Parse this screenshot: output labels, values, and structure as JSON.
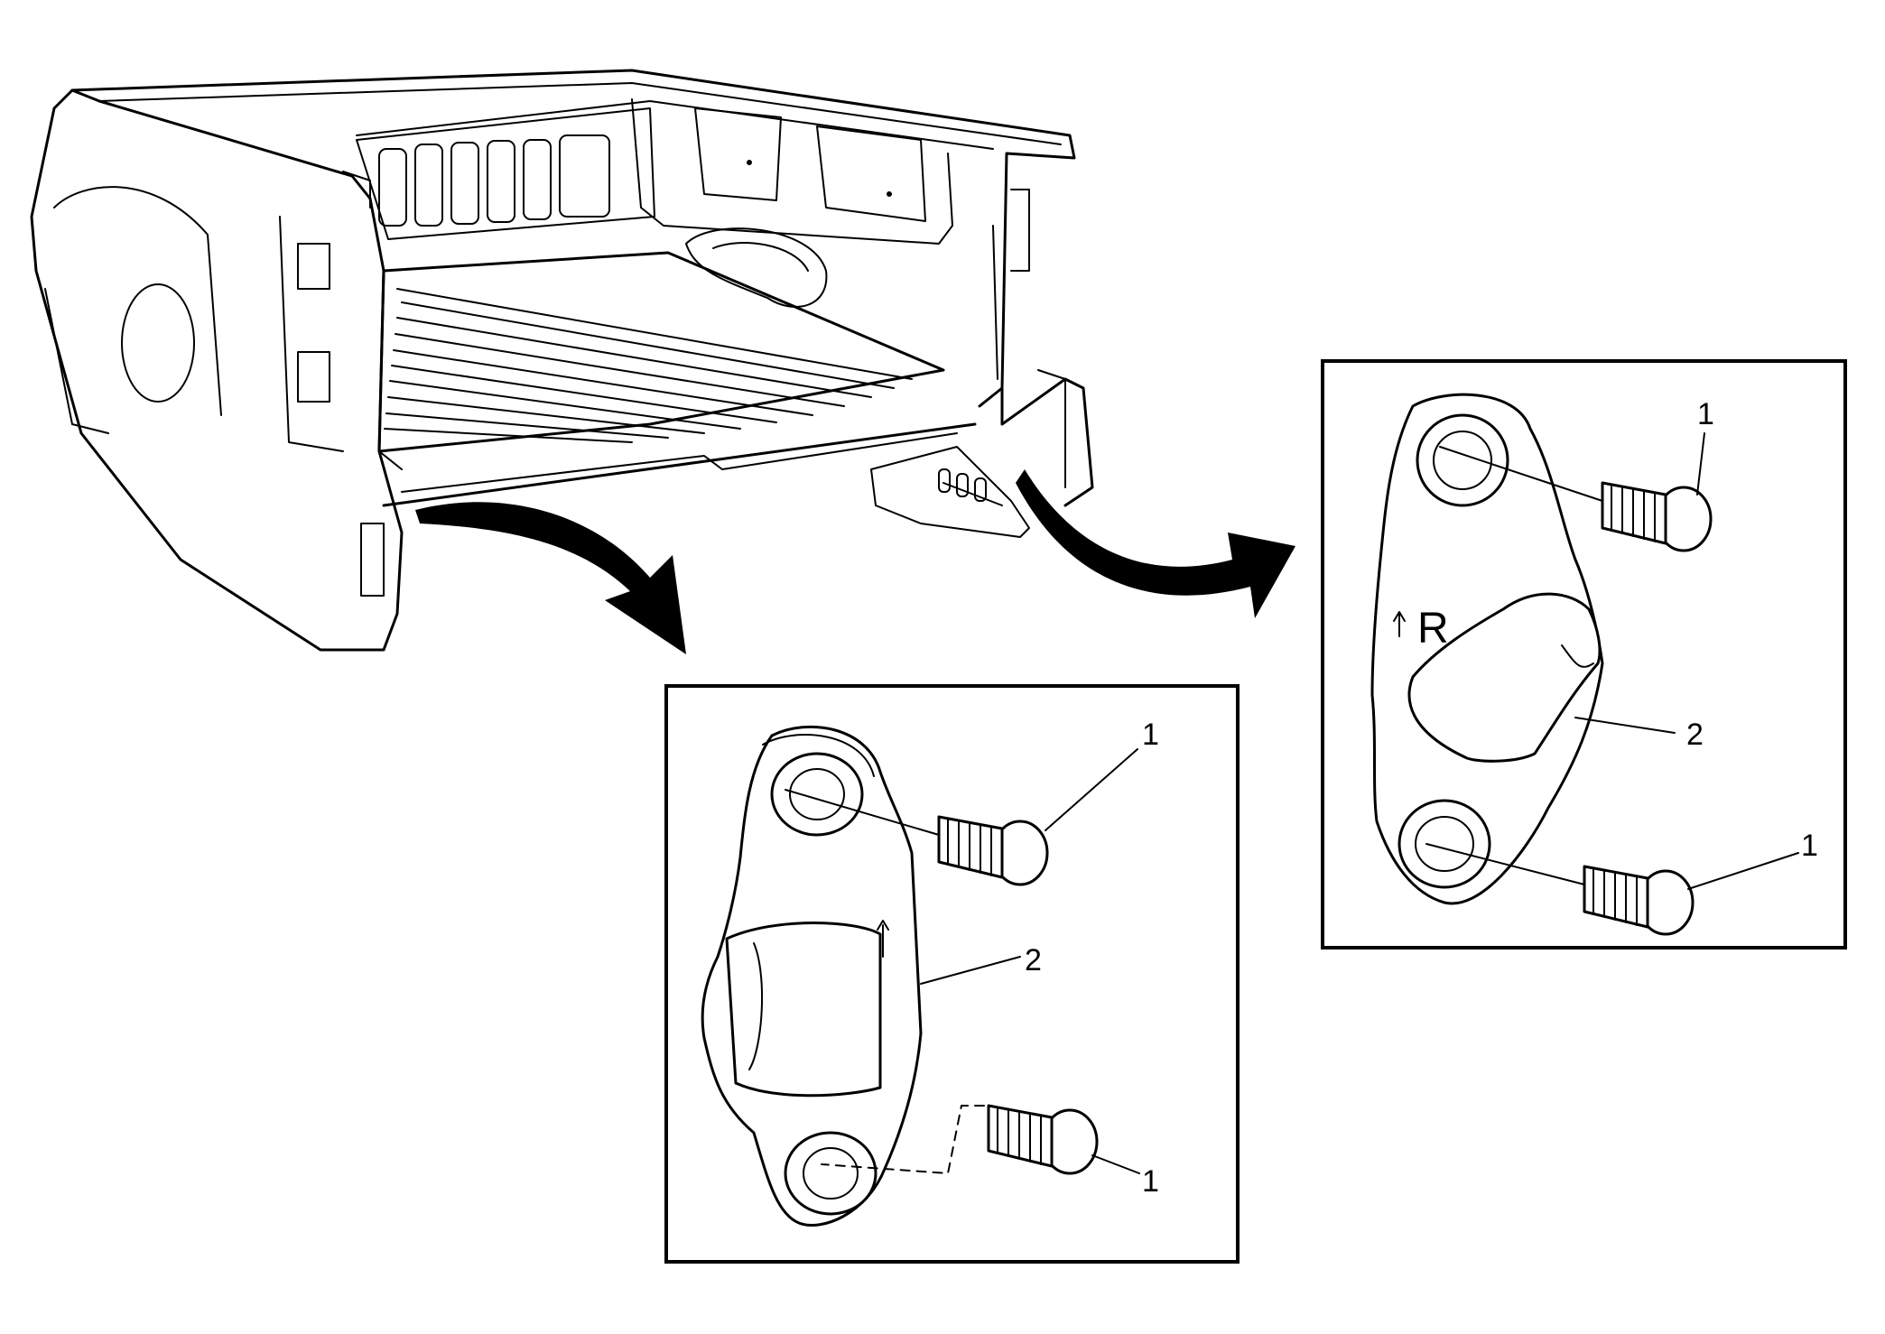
{
  "detail_left": {
    "callouts": {
      "fastener_top": "1",
      "bracket": "2",
      "fastener_bottom": "1"
    }
  },
  "detail_right": {
    "callouts": {
      "fastener_top": "1",
      "bracket": "2",
      "fastener_bottom": "1"
    },
    "bracket_marking": "R"
  }
}
